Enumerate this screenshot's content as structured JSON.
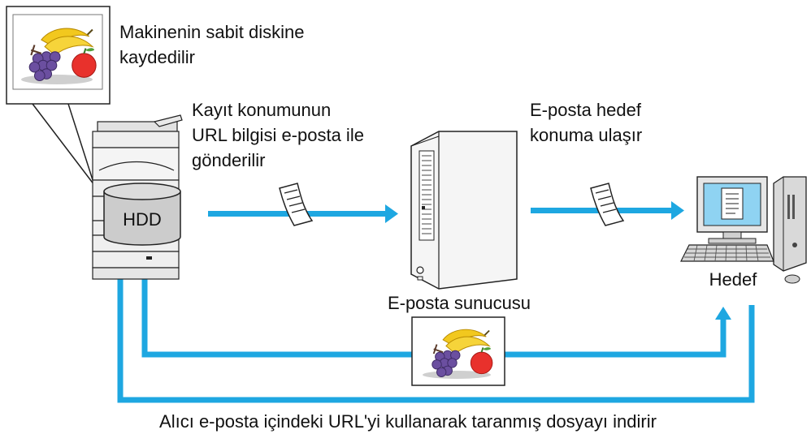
{
  "labels": {
    "saved_line1": "Makinenin sabit diskine",
    "saved_line2": "kaydedilir",
    "sent_line1": "Kayıt konumunun",
    "sent_line2": "URL bilgisi e-posta ile",
    "sent_line3": "gönderilir",
    "reach_line1": "E-posta hedef",
    "reach_line2": "konuma ulaşır",
    "hdd": "HDD",
    "server": "E-posta sunucusu",
    "destination": "Hedef",
    "download": "Alıcı e-posta içindeki URL'yi kullanarak taranmış dosyayı indirir"
  },
  "colors": {
    "arrow": "#1ea7e1",
    "machine_body": "#f0f0f0",
    "hdd_fill": "#cccccc",
    "screen": "#8fd3f2",
    "grape": "#6b4fa0",
    "banana": "#f2c81e",
    "apple": "#e8312c"
  },
  "icons": {
    "machine": "multifunction-printer-icon",
    "hdd": "hard-disk-icon",
    "document": "document-icon",
    "server": "mail-server-tower-icon",
    "computer": "desktop-computer-icon",
    "image": "fruit-image-icon"
  }
}
